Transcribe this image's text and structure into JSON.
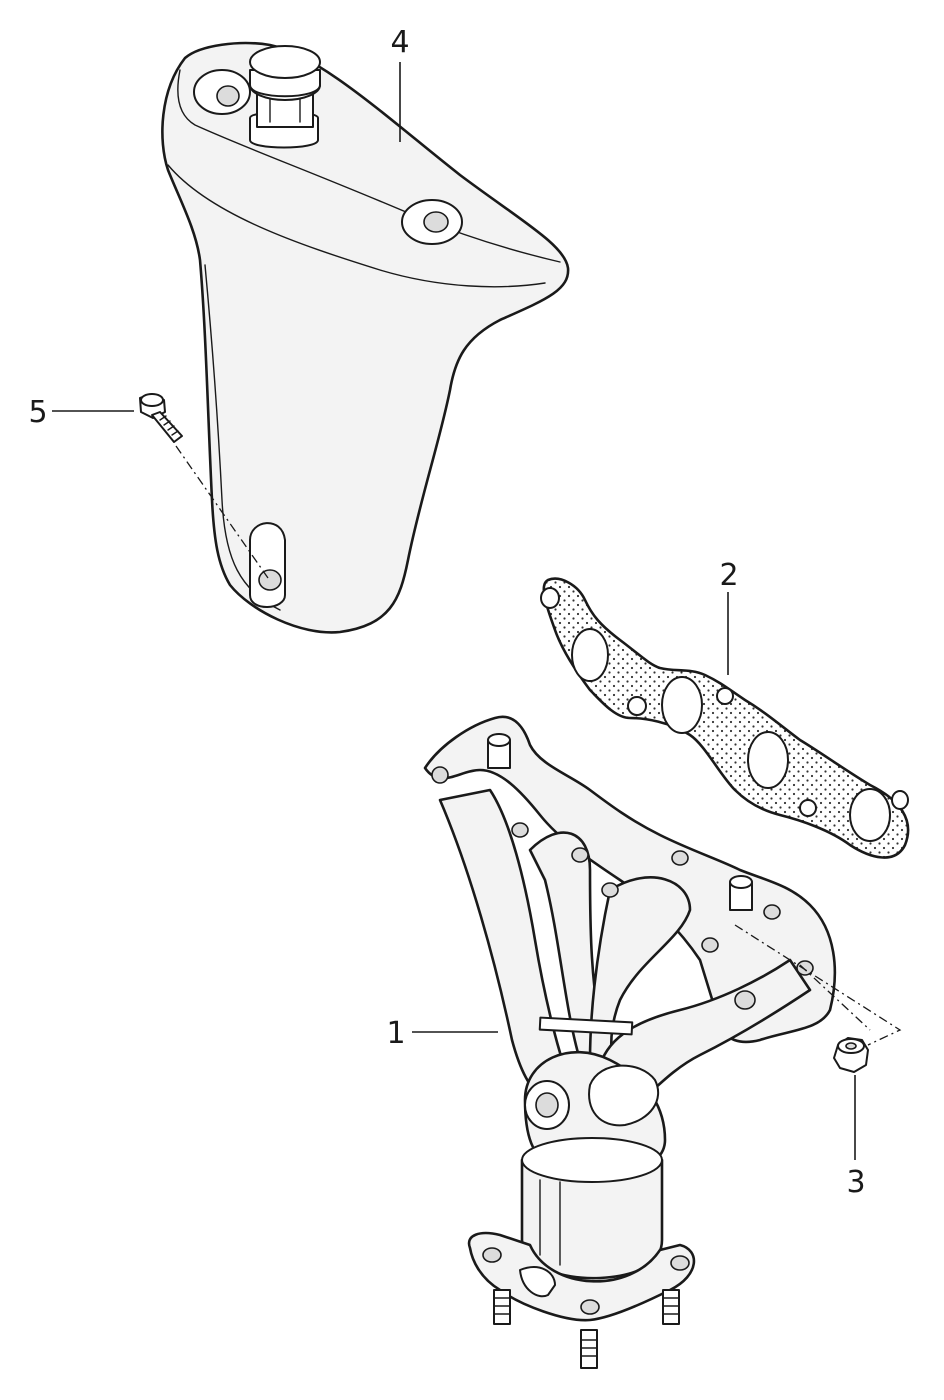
{
  "callouts": [
    {
      "id": "1",
      "label": "1"
    },
    {
      "id": "2",
      "label": "2"
    },
    {
      "id": "3",
      "label": "3"
    },
    {
      "id": "4",
      "label": "4"
    },
    {
      "id": "5",
      "label": "5"
    }
  ],
  "colors": {
    "line": "#1a1a1a",
    "fill": "#f3f3f3",
    "background": "#ffffff",
    "dots": "#333333"
  }
}
